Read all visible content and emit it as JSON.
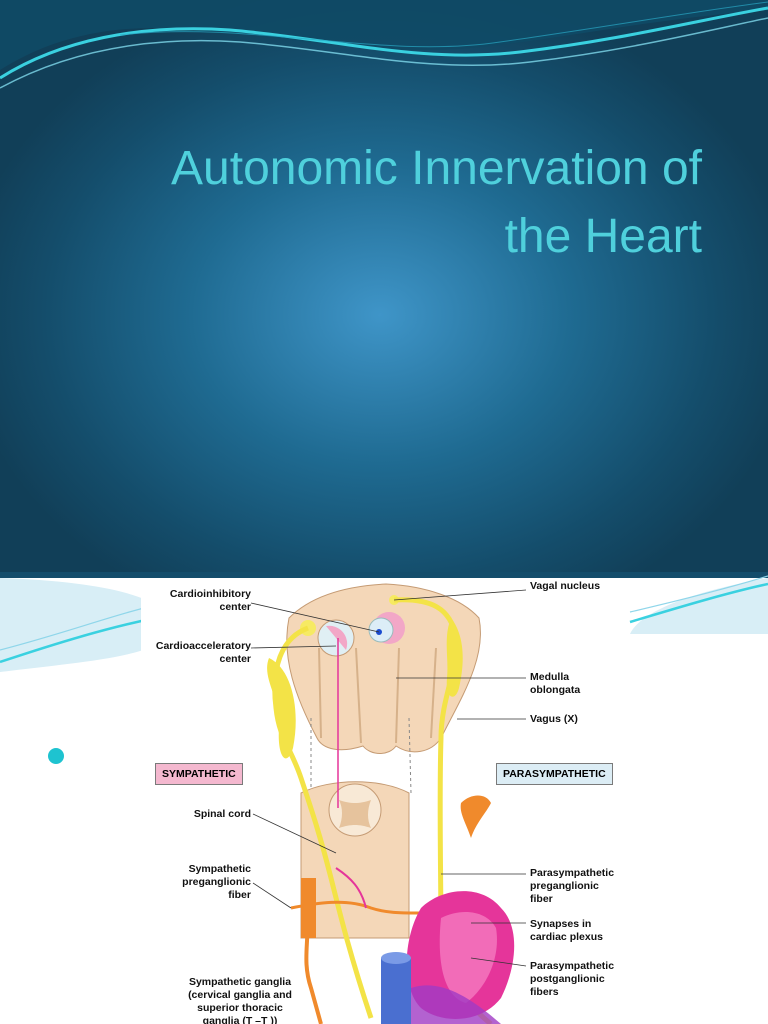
{
  "slide": {
    "title_line1": "Autonomic Innervation of",
    "title_line2": "the Heart",
    "bullet_text": ""
  },
  "colors": {
    "background_dark": "#144d6b",
    "background_light": "#3f95c8",
    "title": "#4fd0dc",
    "bullet": "#1ec3d0",
    "sympathetic_box": "#f4b8cf",
    "parasympathetic_box": "#dcedf5",
    "nerve_yellow": "#f3e347",
    "sympathetic_orange": "#f08a2c",
    "heart_pink": "#e5359a",
    "aorta_blue": "#4a6fd0"
  },
  "diagram": {
    "labels": {
      "cardioinhibitory": "Cardioinhibitory\ncenter",
      "cardioacceleratory": "Cardioacceleratory\ncenter",
      "vagal_nucleus": "Vagal nucleus",
      "medulla": "Medulla\noblongata",
      "vagus": "Vagus (X)",
      "sympathetic": "SYMPATHETIC",
      "parasympathetic": "PARASYMPATHETIC",
      "spinal_cord": "Spinal cord",
      "sym_preganglionic": "Sympathetic\npreganglionic\nfiber",
      "para_preganglionic": "Parasympathetic\npreganglionic\nfiber",
      "synapses": "Synapses in\ncardiac plexus",
      "para_postganglionic": "Parasympathetic\npostganglionic\nfibers",
      "sym_ganglia": "Sympathetic ganglia\n(cervical ganglia and\nsuperior thoracic\nganglia (T  –T ))"
    }
  }
}
